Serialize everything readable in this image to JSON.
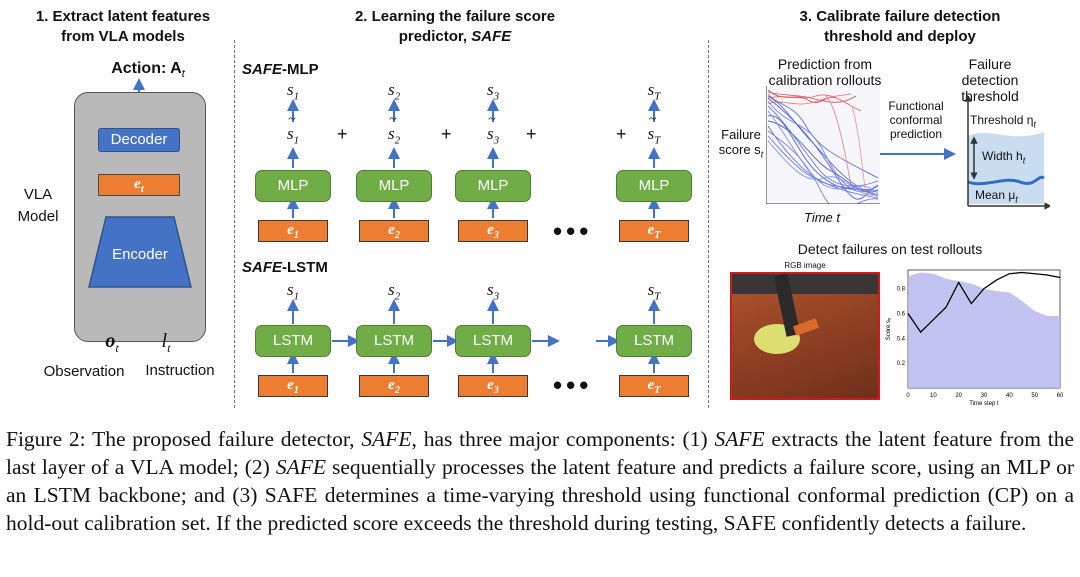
{
  "section1": {
    "title_line1": "1. Extract latent features",
    "title_line2": "from VLA models",
    "action_label": "Action: A",
    "action_sub": "t",
    "decoder_label": "Decoder",
    "latent_label": "e",
    "latent_sub": "t",
    "encoder_label": "Encoder",
    "model_label_line1": "VLA",
    "model_label_line2": "Model",
    "obs_symbol": "o",
    "obs_sub": "t",
    "instr_symbol": "l",
    "instr_sub": "t",
    "obs_label": "Observation",
    "instr_label": "Instruction"
  },
  "section2": {
    "title_line1": "2. Learning the failure score",
    "title_line2_prefix": "predictor, ",
    "title_line2_em": "SAFE",
    "mlp_title_em": "SAFE",
    "mlp_title_rest": "-MLP",
    "lstm_title_em": "SAFE",
    "lstm_title_rest": "-LSTM",
    "mlp_label": "MLP",
    "lstm_label": "LSTM",
    "columns": [
      {
        "s": "s",
        "sub": "1",
        "e": "e",
        "esub": "1"
      },
      {
        "s": "s",
        "sub": "2",
        "e": "e",
        "esub": "2"
      },
      {
        "s": "s",
        "sub": "3",
        "e": "e",
        "esub": "3"
      },
      {
        "s": "s",
        "sub": "T",
        "e": "e",
        "esub": "T"
      }
    ],
    "plus": "+",
    "dots": "•••"
  },
  "section3": {
    "title_line1": "3. Calibrate failure detection",
    "title_line2": "threshold and deploy",
    "pred_label_line1": "Prediction from",
    "pred_label_line2": "calibration rollouts",
    "failure_score_line1": "Failure",
    "failure_score_line2": "score s",
    "failure_score_sub": "t",
    "time_label": "Time t",
    "fcp_line1": "Functional",
    "fcp_line2": "conformal",
    "fcp_line3": "prediction",
    "thr_title_line1": "Failure detection",
    "thr_title_line2": "threshold",
    "threshold_label": "Threshold η",
    "threshold_sub": "t",
    "width_label": "Width h",
    "width_sub": "t",
    "mean_label": "Mean μ",
    "mean_sub": "t",
    "detect_title": "Detect failures on test rollouts",
    "rgb_label": "RGB image"
  },
  "test_plot": {
    "x_ticks": [
      "0",
      "10",
      "20",
      "30",
      "40",
      "50",
      "60"
    ],
    "y_ticks": [
      "0.2",
      "0.4",
      "0.6",
      "0.8"
    ],
    "xlabel": "Time step t",
    "ylabel": "Score sₑ"
  },
  "chart_data": {
    "type": "area",
    "xlabel": "Time step t",
    "ylabel": "Score sₑ",
    "xlim": [
      0,
      60
    ],
    "ylim": [
      0,
      0.95
    ],
    "x": [
      0,
      5,
      10,
      15,
      20,
      25,
      30,
      35,
      40,
      45,
      50,
      55,
      60
    ],
    "series": [
      {
        "kind": "threshold-band",
        "values": [
          0.9,
          0.93,
          0.92,
          0.88,
          0.86,
          0.84,
          0.8,
          0.78,
          0.77,
          0.7,
          0.62,
          0.58,
          0.58
        ]
      },
      {
        "kind": "score",
        "values": [
          0.6,
          0.45,
          0.55,
          0.65,
          0.85,
          0.68,
          0.8,
          0.87,
          0.92,
          0.93,
          0.92,
          0.91,
          0.89
        ]
      }
    ],
    "colors": {
      "band": "#b8b8f0",
      "score": "#000000"
    }
  },
  "caption": {
    "p1": "Figure 2: The proposed failure detector, ",
    "em1": "SAFE",
    "p2": ", has three major components: (1) ",
    "em2": "SAFE",
    "p3": " extracts the latent feature from the last layer of a VLA model; (2) ",
    "em3": "SAFE",
    "p4": " sequentially processes the latent feature and predicts a failure score, using an MLP or an LSTM backbone; and (3) SAFE determines a time-varying threshold using functional conformal prediction (CP) on a hold-out calibration set. If the predicted score exceeds the threshold during testing, SAFE confidently detects a failure."
  }
}
